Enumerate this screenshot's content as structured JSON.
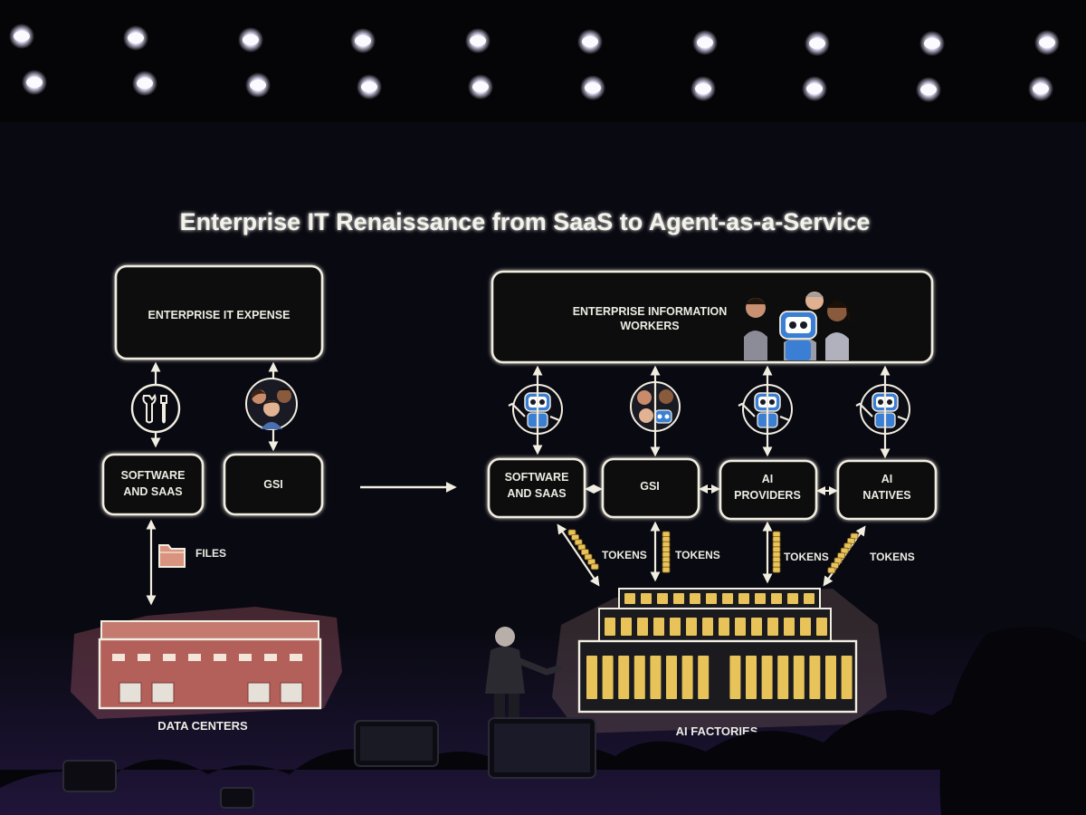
{
  "slide": {
    "title": "Enterprise IT Renaissance from SaaS to Agent-as-a-Service"
  },
  "left": {
    "top_box": "ENTERPRISE IT EXPENSE",
    "software_box": [
      "SOFTWARE",
      "AND SAAS"
    ],
    "gsi_box": "GSI",
    "files_label": "FILES",
    "caption": "DATA CENTERS"
  },
  "right": {
    "top_box": [
      "ENTERPRISE INFORMATION",
      "WORKERS"
    ],
    "boxes": [
      {
        "lines": [
          "SOFTWARE",
          "AND SAAS"
        ]
      },
      {
        "lines": [
          "GSI"
        ]
      },
      {
        "lines": [
          "AI",
          "PROVIDERS"
        ]
      },
      {
        "lines": [
          "AI",
          "NATIVES"
        ]
      }
    ],
    "tokens_label": "TOKENS",
    "caption": "AI FACTORIES"
  },
  "icons": {
    "tools": "wrench-screwdriver-icon",
    "people": "people-group-icon",
    "robot": "robot-icon",
    "folder": "folder-icon",
    "building": "data-center-building",
    "server": "server-rack-stack"
  },
  "colors": {
    "background": "#0a0a12",
    "line": "#f1ede0",
    "robot_blue": "#3b7fd4",
    "brick": "#b4605a",
    "gold": "#e8c35a"
  }
}
